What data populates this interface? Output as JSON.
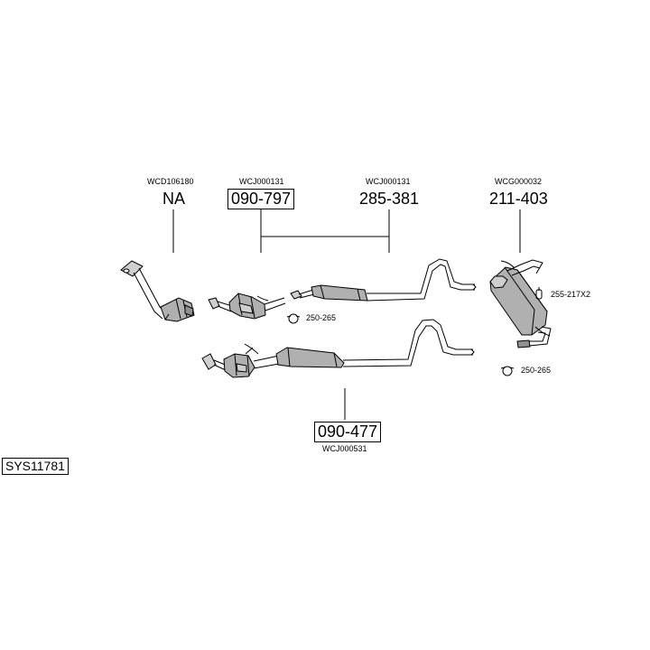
{
  "parts": {
    "front_pipe": {
      "code": "WCD106180",
      "number": "NA"
    },
    "front_cat": {
      "code": "WCJ000131",
      "number": "090-797"
    },
    "center_pipe": {
      "code": "WCJ000131",
      "number": "285-381"
    },
    "rear_silencer": {
      "code": "WCG000032",
      "number": "211-403"
    },
    "alt_cat_system": {
      "code": "WCJ000531",
      "number": "090-477"
    }
  },
  "accessories": {
    "clamp_center": "250-265",
    "hanger_rear": "255-217X2",
    "clamp_rear": "250-265"
  },
  "system_id": "SYS11781",
  "colors": {
    "line": "#000000",
    "fill_light": "#cfcfcf",
    "fill_mid": "#b0b0b0",
    "fill_dark": "#909090"
  }
}
